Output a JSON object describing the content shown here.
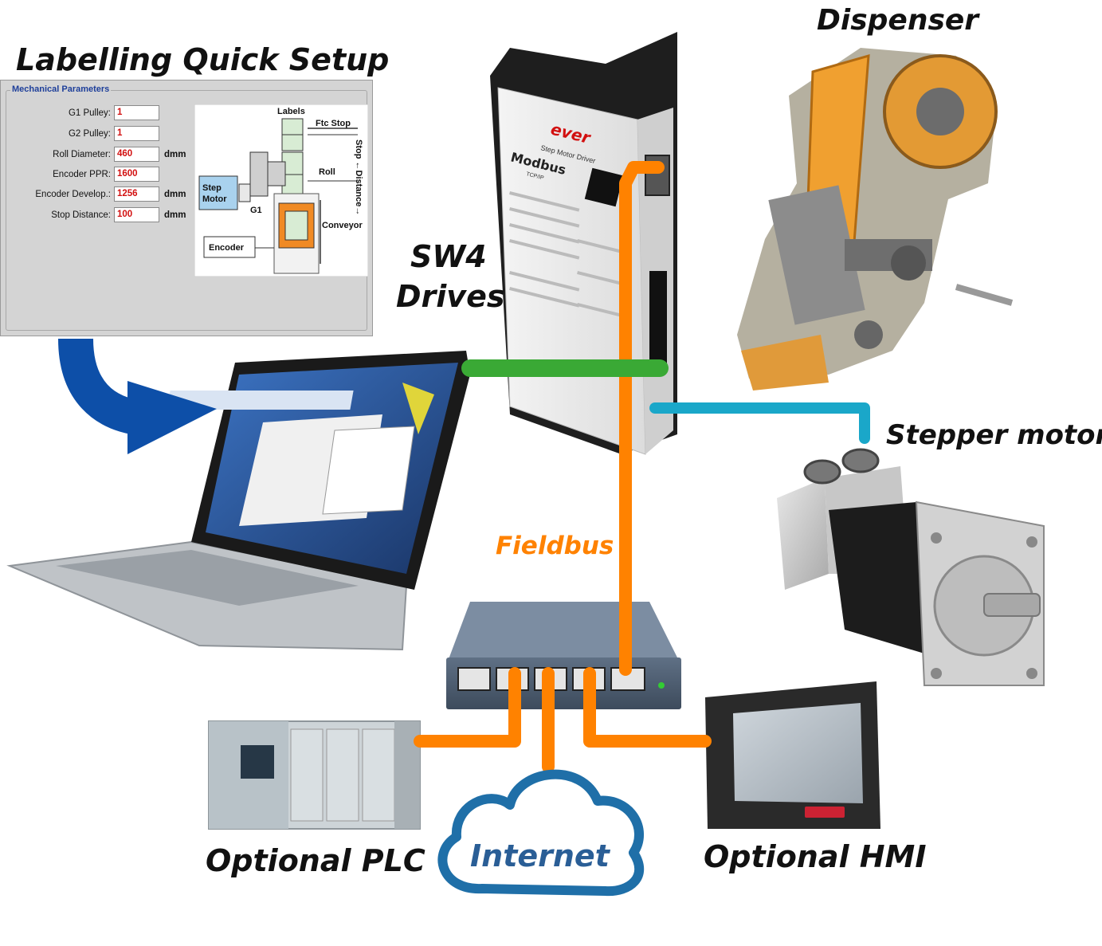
{
  "labels": {
    "quick_setup_title": "Labelling Quick Setup",
    "dispenser": "Dispenser",
    "drive_line1": "SW4",
    "drive_line2": "Drives",
    "stepper": "Stepper motor",
    "fieldbus": "Fieldbus",
    "plc": "Optional PLC",
    "internet": "Internet",
    "hmi": "Optional HMI"
  },
  "setup_panel": {
    "section_title": "Mechanical Parameters",
    "rows": [
      {
        "label": "G1 Pulley:",
        "value": "1",
        "unit": ""
      },
      {
        "label": "G2 Pulley:",
        "value": "1",
        "unit": ""
      },
      {
        "label": "Roll Diameter:",
        "value": "460",
        "unit": "dmm"
      },
      {
        "label": "Encoder PPR:",
        "value": "1600",
        "unit": ""
      },
      {
        "label": "Encoder Develop.:",
        "value": "1256",
        "unit": "dmm"
      },
      {
        "label": "Stop Distance:",
        "value": "100",
        "unit": "dmm"
      }
    ],
    "diagram": {
      "labels": "Labels",
      "ftc_stop": "Ftc Stop",
      "stop_distance": "Stop ←Distance→",
      "roll": "Roll",
      "step_motor_1": "Step",
      "step_motor_2": "Motor",
      "g1": "G1",
      "conveyor": "Conveyor",
      "encoder": "Encoder"
    }
  },
  "drive": {
    "brand": "ever",
    "subtitle": "Step Motor Driver",
    "protocol": "Modbus",
    "protocol_sub": "TCP/IP"
  },
  "colors": {
    "fieldbus": "#ff8200",
    "green_link": "#3aa935",
    "blue_link": "#1aa7c9",
    "arrow": "#0d4fa8",
    "cloud": "#1f6fa8",
    "internet_text": "#2a5e96",
    "fieldbus_text": "#ff8200",
    "param_value": "#d21010",
    "legend_text": "#1e3f9a"
  }
}
